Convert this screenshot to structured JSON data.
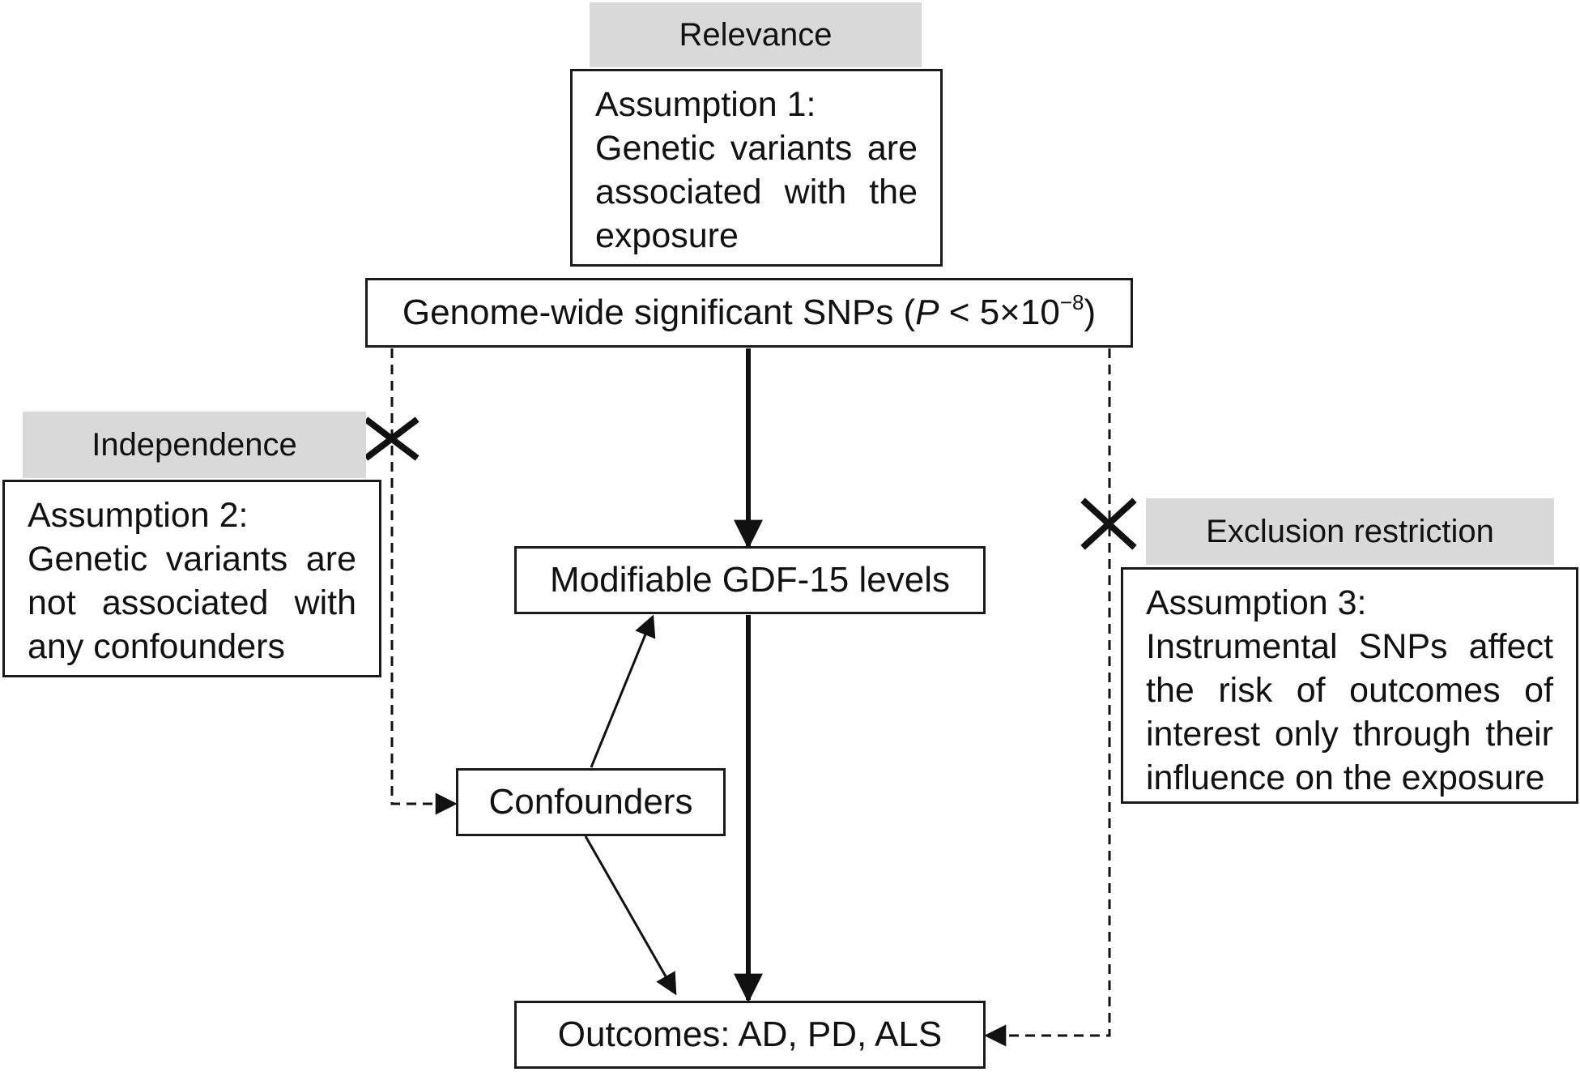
{
  "relevance": {
    "header": "Relevance",
    "title": "Assumption 1:",
    "body": "Genetic variants are associated with the exposure"
  },
  "snps": {
    "label_prefix": "Genome-wide significant SNPs (",
    "p_symbol": "P",
    "label_mid": " < 5×10",
    "exponent": "−8",
    "label_suffix": ")"
  },
  "independence": {
    "header": "Independence",
    "title": "Assumption 2:",
    "body": "Genetic variants are not associated with any confounders"
  },
  "exclusion": {
    "header": "Exclusion restriction",
    "title": "Assumption 3:",
    "body": "Instrumental SNPs affect the risk of outcomes of interest only through their influence on the exposure"
  },
  "exposure": {
    "label": "Modifiable GDF-15 levels"
  },
  "confounders": {
    "label": "Confounders"
  },
  "outcomes": {
    "label": "Outcomes: AD, PD, ALS"
  }
}
